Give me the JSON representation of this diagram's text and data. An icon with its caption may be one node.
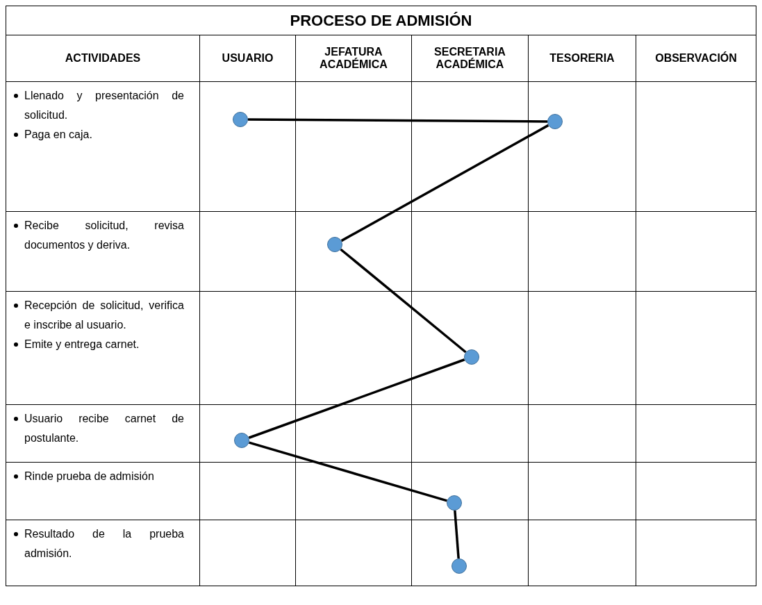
{
  "diagram": {
    "title": "PROCESO DE ADMISIÓN",
    "nodes": [
      {
        "text": [],
        "shape": "circle"
      },
      {
        "text": [],
        "shape": "circle"
      },
      {
        "text": [],
        "shape": "circle"
      },
      {
        "text": [],
        "shape": "circle"
      },
      {
        "text": [],
        "shape": "circle"
      },
      {
        "text": [],
        "shape": "circle"
      },
      {
        "text": [],
        "shape": "circle"
      }
    ],
    "edges": [
      {
        "from": 0,
        "to": 1,
        "arrow": "none"
      },
      {
        "from": 1,
        "to": 2,
        "arrow": "none"
      },
      {
        "from": 2,
        "to": 3,
        "arrow": "none"
      },
      {
        "from": 3,
        "to": 4,
        "arrow": "none"
      },
      {
        "from": 4,
        "to": 5,
        "arrow": "none"
      },
      {
        "from": 5,
        "to": 6,
        "arrow": "none"
      }
    ],
    "labels": [
      "ACTIVIDADES",
      "USUARIO",
      "JEFATURA ACADÉMICA",
      "SECRETARIA ACADÉMICA",
      "TESORERIA",
      "OBSERVACIÓN",
      "Llenado y presentación de solicitud.",
      "Paga en caja.",
      "Recibe solicitud, revisa documentos y deriva.",
      "Recepción de solicitud, verifica e inscribe al usuario.",
      "Emite y entrega carnet.",
      "Usuario recibe carnet de postulante.",
      "Rinde prueba de admisión",
      "Resultado de la prueba admisión."
    ]
  }
}
